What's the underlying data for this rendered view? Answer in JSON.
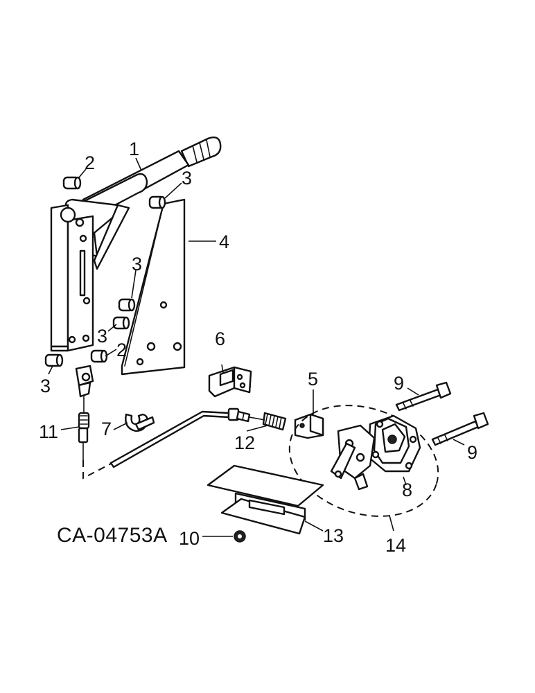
{
  "drawing": {
    "reference_code": "CA-04753A",
    "callouts": {
      "c1": "1",
      "c2a": "2",
      "c2b": "2",
      "c3a": "3",
      "c3b": "3",
      "c3c": "3",
      "c3d": "3",
      "c4": "4",
      "c5": "5",
      "c6": "6",
      "c7": "7",
      "c8": "8",
      "c9a": "9",
      "c9b": "9",
      "c10": "10",
      "c11": "11",
      "c12": "12",
      "c13": "13",
      "c14": "14"
    }
  }
}
